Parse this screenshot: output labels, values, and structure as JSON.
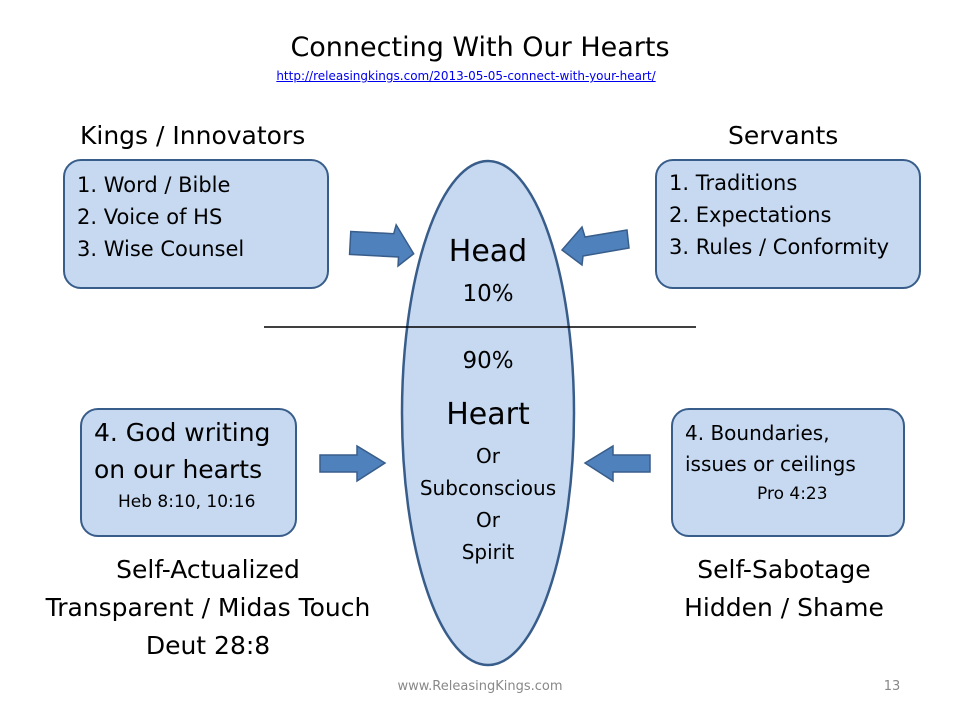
{
  "title": "Connecting With Our Hearts",
  "link": "http://releasingkings.com/2013-05-05-connect-with-your-heart/",
  "left_heading": "Kings / Innovators",
  "right_heading": "Servants",
  "kings_box": {
    "items": [
      "1. Word / Bible",
      "2. Voice of HS",
      "3. Wise Counsel"
    ]
  },
  "servants_box": {
    "items": [
      "1. Traditions",
      "2. Expectations",
      "3. Rules / Conformity"
    ]
  },
  "god_box": {
    "line1": "4. God writing",
    "line2": "on our hearts",
    "ref": "Heb 8:10, 10:16"
  },
  "boundaries_box": {
    "line1": "4. Boundaries,",
    "line2": "issues or ceilings",
    "ref": "Pro 4:23"
  },
  "ellipse": {
    "head": "Head",
    "head_pct": "10%",
    "heart_pct": "90%",
    "heart": "Heart",
    "or1": "Or",
    "subconscious": "Subconscious",
    "or2": "Or",
    "spirit": "Spirit"
  },
  "left_caption": [
    "Self-Actualized",
    "Transparent / Midas Touch",
    "Deut 28:8"
  ],
  "right_caption": [
    "Self-Sabotage",
    "Hidden / Shame"
  ],
  "footer": {
    "site": "www.ReleasingKings.com",
    "page": "13"
  },
  "colors": {
    "fill": "#c6d9f1",
    "border": "#385d8a",
    "arrow": "#4f81bd",
    "link": "#0000ee"
  }
}
